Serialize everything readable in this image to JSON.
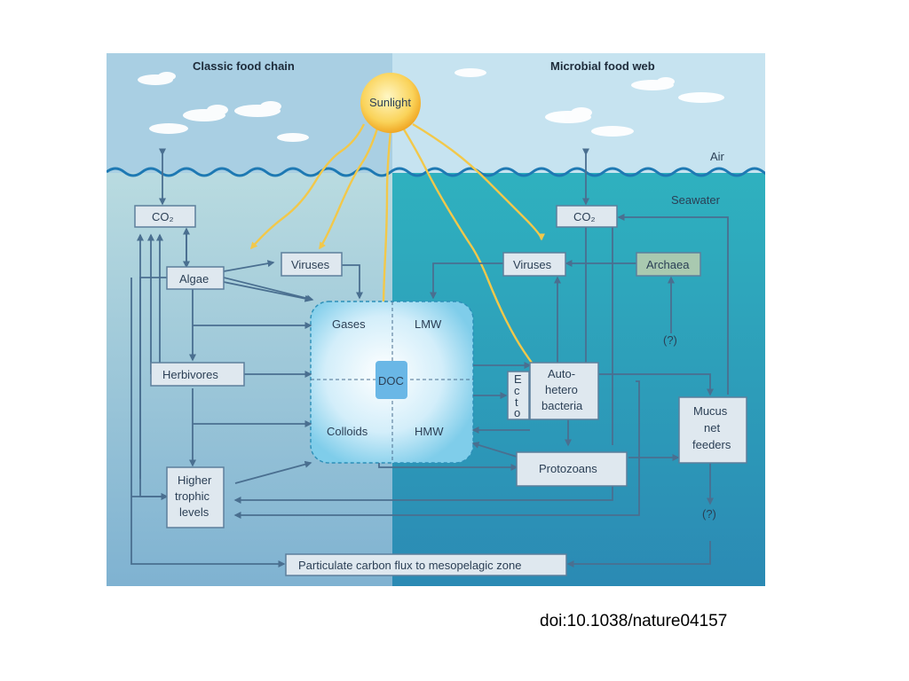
{
  "headers": {
    "left": "Classic food chain",
    "right": "Microbial food web"
  },
  "zones": {
    "air": "Air",
    "seawater": "Seawater"
  },
  "nodes": {
    "sunlight": "Sunlight",
    "co2_left": "CO₂",
    "co2_right": "CO₂",
    "algae": "Algae",
    "viruses_left": "Viruses",
    "viruses_right": "Viruses",
    "archaea": "Archaea",
    "archaea_unknown": "(?)",
    "herbivores": "Herbivores",
    "higher_trophic": [
      "Higher",
      "trophic",
      "levels"
    ],
    "doc": "DOC",
    "gases": "Gases",
    "lmw": "LMW",
    "colloids": "Colloids",
    "hmw": "HMW",
    "ecto": [
      "E",
      "c",
      "t",
      "o"
    ],
    "auto_hetero": [
      "Auto-",
      "hetero",
      "bacteria"
    ],
    "protozoans": "Protozoans",
    "mucus": [
      "Mucus",
      "net",
      "feeders"
    ],
    "mucus_unknown": "(?)",
    "flux": "Particulate carbon flux to mesopelagic zone"
  },
  "colors": {
    "sky_left": "#a9cfe3",
    "sky_right": "#c6e3f0",
    "sea_left": "#7fb6cf",
    "sea_right": "#2f9cb8",
    "box_fill": "#dfe8ef",
    "archaea_fill": "#a9c9b0",
    "arrow": "#4a6f90",
    "sun": "#f6c33a"
  },
  "citation": "doi:10.1038/nature04157"
}
